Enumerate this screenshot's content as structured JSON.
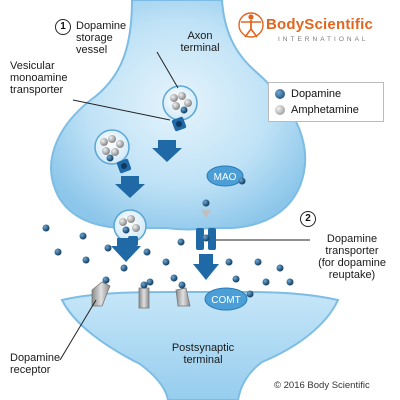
{
  "logo": {
    "brand": "BodyScientific",
    "sub": "INTERNATIONAL"
  },
  "labels": {
    "storage_number": "1",
    "storage_vessel": [
      "Dopamine",
      "storage",
      "vessel"
    ],
    "axon_terminal": [
      "Axon",
      "terminal"
    ],
    "vmat": [
      "Vesicular",
      "monoamine",
      "transporter"
    ],
    "mao": "MAO",
    "dat_number": "2",
    "dat": [
      "Dopamine",
      "transporter",
      "(for dopamine",
      "reuptake)"
    ],
    "comt": "COMT",
    "dopamine_receptor": [
      "Dopamine",
      "receptor"
    ],
    "postsynaptic_terminal": [
      "Postsynaptic",
      "terminal"
    ]
  },
  "legend": [
    {
      "label": "Dopamine",
      "color": "#1f5c8c"
    },
    {
      "label": "Amphetamine",
      "color": "#a8a8a8"
    }
  ],
  "copyright": "© 2016 Body Scientific",
  "colors": {
    "membrane": "#8ec8ec",
    "membrane_light": "#d4ecfa",
    "dopamine": "#1f5c8c",
    "amphetamine": "#a8a8a8",
    "arrow": "#1f6aa6",
    "brand": "#e2661e"
  }
}
